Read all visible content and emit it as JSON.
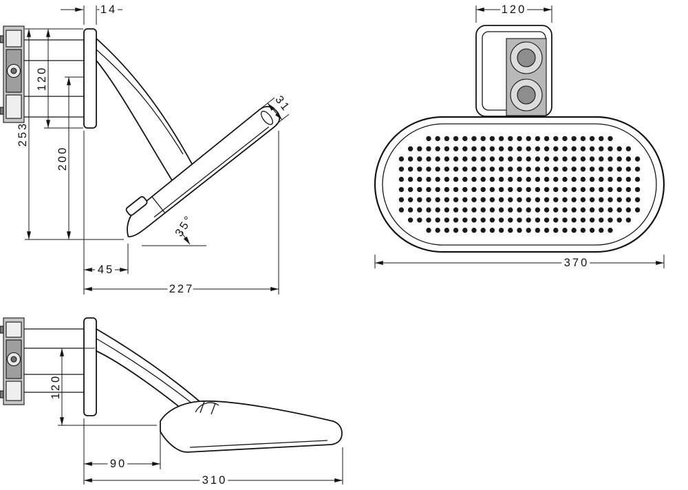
{
  "drawing": {
    "background": "#ffffff",
    "ink": "#141414",
    "views": {
      "side_upper": {
        "dims": {
          "wall_offset": "14",
          "escutcheon_height": "120",
          "overall_height": "253",
          "head_drop": "200",
          "head_thickness": "31",
          "spray_angle": "35°",
          "arm_projection": "45",
          "overall_projection": "227"
        }
      },
      "front": {
        "dims": {
          "bracket_width": "120",
          "head_width": "370"
        }
      },
      "side_lower": {
        "dims": {
          "drop_height": "120",
          "head_setback": "90",
          "overall_projection": "310"
        }
      }
    }
  }
}
